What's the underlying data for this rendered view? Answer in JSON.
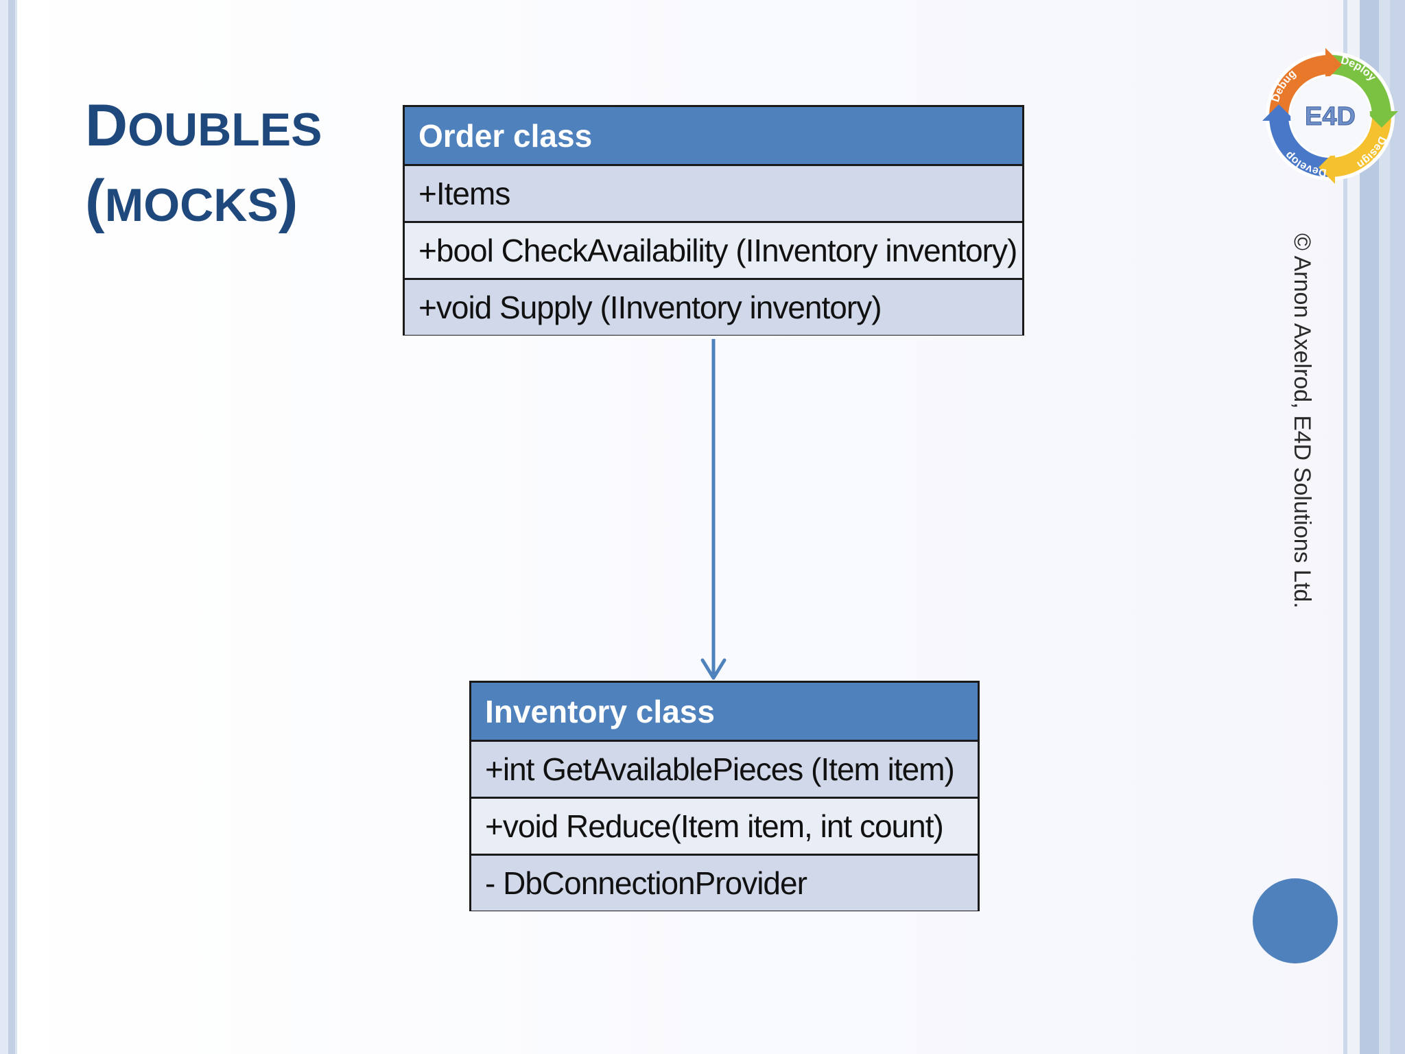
{
  "slide": {
    "title_line1": "Doubles",
    "title_line2": "(mocks)",
    "copyright": "© Arnon Axelrod, E4D Solutions Ltd."
  },
  "logo": {
    "center_text": "E4D",
    "segments": [
      "Design",
      "Develop",
      "Debug",
      "Deploy"
    ],
    "colors": {
      "design": "#e8792a",
      "develop": "#7cc242",
      "debug": "#f5c12e",
      "deploy": "#4a78c9"
    }
  },
  "diagram": {
    "order_class": {
      "name": "Order class",
      "members": [
        "+Items",
        "+bool CheckAvailability (IInventory inventory)",
        "+void Supply (IInventory inventory)"
      ]
    },
    "inventory_class": {
      "name": "Inventory class",
      "members": [
        "+int GetAvailablePieces (Item item)",
        "+void Reduce(Item item, int count)",
        "- DbConnectionProvider"
      ]
    },
    "relation": {
      "from": "Order class",
      "to": "Inventory class",
      "type": "dependency"
    }
  },
  "colors": {
    "title": "#1f497d",
    "header_fill": "#4f81bd",
    "row_fill_dark": "#d0d8e9",
    "row_fill_light": "#e9edf5",
    "arrow": "#4f81bd"
  }
}
